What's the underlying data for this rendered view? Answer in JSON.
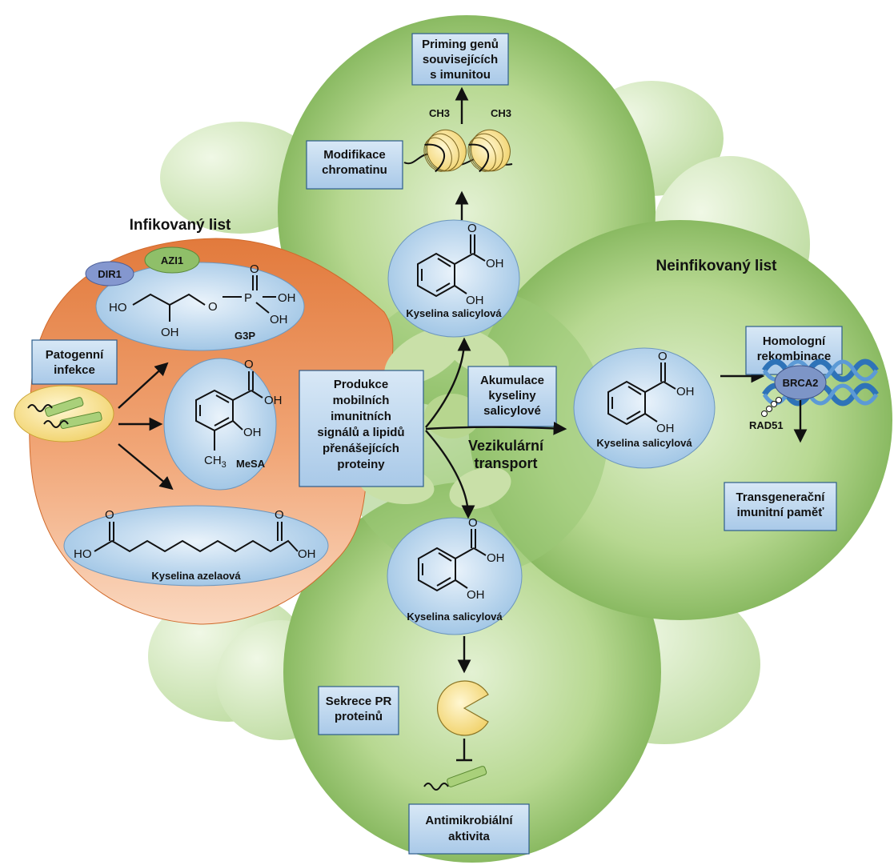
{
  "regions": {
    "infected_leaf": "Infikovaný list",
    "uninfected_leaf": "Neinfikovaný list"
  },
  "boxes": {
    "pathogen_infection": [
      "Patogenní",
      "infekce"
    ],
    "mobile_signals": [
      "Produkce",
      "mobilních",
      "imunitních",
      "signálů a lipidů",
      "přenášejících",
      "proteiny"
    ],
    "priming": [
      "Priming genů",
      "souvisejících",
      "s imunitou"
    ],
    "chromatin": [
      "Modifikace",
      "chromatinu"
    ],
    "sa_accumulation": [
      "Akumulace",
      "kyseliny",
      "salicylové"
    ],
    "homologous_recombination": [
      "Homologní",
      "rekombinace"
    ],
    "transgenerational": [
      "Transgenerační",
      "imunitní paměť"
    ],
    "pr_secretion": [
      "Sekrece PR",
      "proteinů"
    ],
    "antimicrobial": [
      "Antimikrobiální",
      "aktivita"
    ]
  },
  "labels": {
    "vesicular_transport": [
      "Vezikulární",
      "transport"
    ],
    "dir1": "DIR1",
    "azi1": "AZI1",
    "g3p": "G3P",
    "mesa": "MeSA",
    "azelaic_acid": "Kyselina azelaová",
    "salicylic_acid": "Kyselina salicylová",
    "ch3": "CH3",
    "brca2": "BRCA2",
    "rad51": "RAD51"
  },
  "chem": {
    "o": "O",
    "oh": "OH",
    "ho": "HO",
    "p": "P",
    "ch3_sub": "CH",
    "ch3_subscript": "3"
  },
  "colors": {
    "leaf_green_light": "#e2f0d2",
    "leaf_green_dark": "#6aa23e",
    "infected_orange_light": "#f8c9a3",
    "infected_orange_dark": "#e07434",
    "box_fill": "#bdd7ee",
    "ellipse_fill": "#c5dff3",
    "nucleosome": "#f5dc8c",
    "dna_blue": "#2e73b8",
    "brca2_fill": "#7d95c7",
    "azi1_fill": "#8fbf69",
    "dir1_fill": "#8497cf"
  }
}
